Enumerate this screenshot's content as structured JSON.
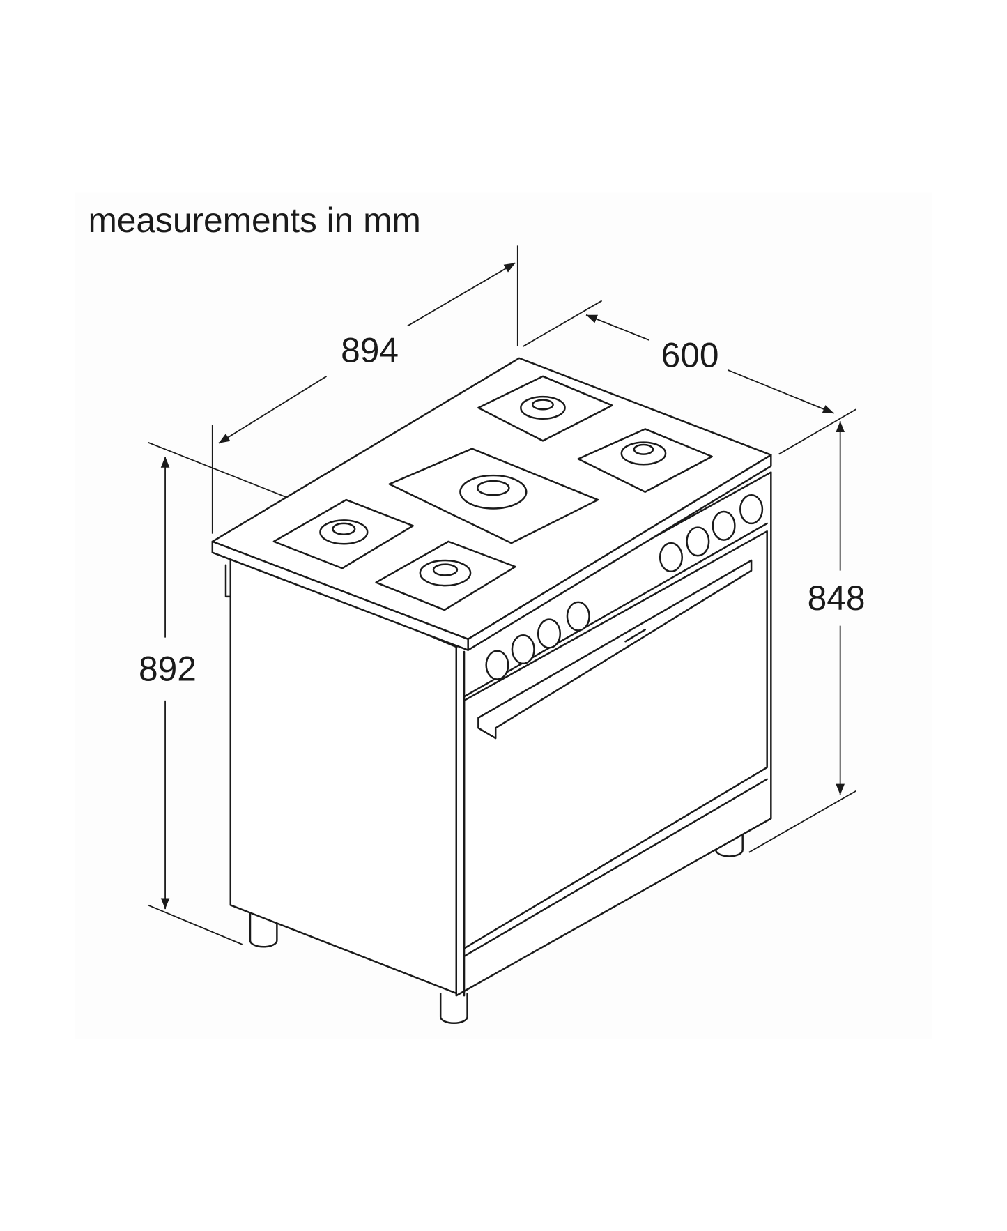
{
  "title": "measurements in mm",
  "dimensions": {
    "width": "894",
    "depth": "600",
    "total_height": "892",
    "body_height": "848"
  }
}
